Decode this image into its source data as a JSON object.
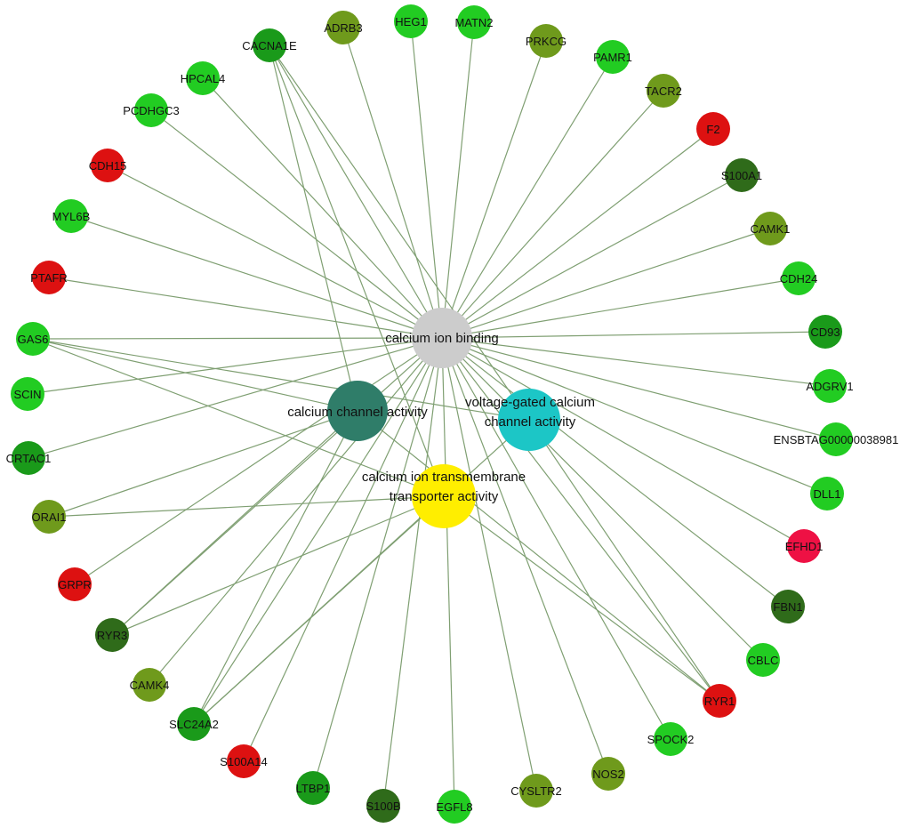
{
  "colors": {
    "edge": "#7f9f72",
    "bright_green": "#22cc22",
    "green": "#1a9a1a",
    "dark_green": "#2f6b1a",
    "olive_green": "#6f9a1c",
    "red": "#dd1111",
    "crimson": "#ee1144"
  },
  "hubs": [
    {
      "id": "binding",
      "lines": [
        "calcium ion binding"
      ],
      "color": "#cccccc"
    },
    {
      "id": "channel",
      "lines": [
        "calcium channel activity"
      ],
      "color": "#2f7d69"
    },
    {
      "id": "vgated",
      "lines": [
        "voltage-gated calcium",
        "channel activity"
      ],
      "color": "#1cc6c6"
    },
    {
      "id": "transporter",
      "lines": [
        "calcium ion transmembrane",
        "transporter activity"
      ],
      "color": "#ffee00"
    }
  ],
  "genes": [
    {
      "label": "HEG1",
      "color": "bright_green",
      "links": [
        "binding"
      ]
    },
    {
      "label": "MATN2",
      "color": "bright_green",
      "links": [
        "binding"
      ]
    },
    {
      "label": "PRKCG",
      "color": "olive_green",
      "links": [
        "binding"
      ]
    },
    {
      "label": "PAMR1",
      "color": "bright_green",
      "links": [
        "binding"
      ]
    },
    {
      "label": "TACR2",
      "color": "olive_green",
      "links": [
        "binding"
      ]
    },
    {
      "label": "F2",
      "color": "red",
      "links": [
        "binding"
      ]
    },
    {
      "label": "S100A1",
      "color": "dark_green",
      "links": [
        "binding"
      ]
    },
    {
      "label": "CAMK1",
      "color": "olive_green",
      "links": [
        "binding"
      ]
    },
    {
      "label": "CDH24",
      "color": "bright_green",
      "links": [
        "binding"
      ]
    },
    {
      "label": "CD93",
      "color": "green",
      "links": [
        "binding"
      ]
    },
    {
      "label": "ADGRV1",
      "color": "bright_green",
      "links": [
        "binding"
      ]
    },
    {
      "label": "ENSBTAG00000038981",
      "color": "bright_green",
      "links": [
        "binding"
      ]
    },
    {
      "label": "DLL1",
      "color": "bright_green",
      "links": [
        "binding"
      ]
    },
    {
      "label": "EFHD1",
      "color": "crimson",
      "links": [
        "binding"
      ]
    },
    {
      "label": "FBN1",
      "color": "dark_green",
      "links": [
        "binding"
      ]
    },
    {
      "label": "CBLC",
      "color": "bright_green",
      "links": [
        "binding"
      ]
    },
    {
      "label": "RYR1",
      "color": "red",
      "links": [
        "binding",
        "channel",
        "vgated",
        "transporter"
      ]
    },
    {
      "label": "SPOCK2",
      "color": "bright_green",
      "links": [
        "binding"
      ]
    },
    {
      "label": "NOS2",
      "color": "olive_green",
      "links": [
        "binding"
      ]
    },
    {
      "label": "CYSLTR2",
      "color": "olive_green",
      "links": [
        "binding"
      ]
    },
    {
      "label": "EGFL8",
      "color": "bright_green",
      "links": [
        "binding"
      ]
    },
    {
      "label": "S100B",
      "color": "dark_green",
      "links": [
        "binding"
      ]
    },
    {
      "label": "LTBP1",
      "color": "green",
      "links": [
        "binding"
      ]
    },
    {
      "label": "S100A14",
      "color": "red",
      "links": [
        "binding"
      ]
    },
    {
      "label": "SLC24A2",
      "color": "green",
      "links": [
        "binding",
        "channel",
        "vgated",
        "transporter"
      ]
    },
    {
      "label": "CAMK4",
      "color": "olive_green",
      "links": [
        "binding"
      ]
    },
    {
      "label": "RYR3",
      "color": "dark_green",
      "links": [
        "binding",
        "channel",
        "transporter"
      ]
    },
    {
      "label": "GRPR",
      "color": "red",
      "links": [
        "binding"
      ]
    },
    {
      "label": "ORAI1",
      "color": "olive_green",
      "links": [
        "channel",
        "transporter"
      ]
    },
    {
      "label": "CRTAC1",
      "color": "green",
      "links": [
        "binding"
      ]
    },
    {
      "label": "SCIN",
      "color": "bright_green",
      "links": [
        "binding"
      ]
    },
    {
      "label": "GAS6",
      "color": "bright_green",
      "links": [
        "binding",
        "channel",
        "vgated",
        "transporter"
      ]
    },
    {
      "label": "PTAFR",
      "color": "red",
      "links": [
        "binding"
      ]
    },
    {
      "label": "MYL6B",
      "color": "bright_green",
      "links": [
        "binding"
      ]
    },
    {
      "label": "CDH15",
      "color": "red",
      "links": [
        "binding"
      ]
    },
    {
      "label": "PCDHGC3",
      "color": "bright_green",
      "links": [
        "binding"
      ]
    },
    {
      "label": "HPCAL4",
      "color": "bright_green",
      "links": [
        "binding"
      ]
    },
    {
      "label": "CACNA1E",
      "color": "green",
      "links": [
        "binding",
        "channel",
        "vgated",
        "transporter"
      ]
    },
    {
      "label": "ADRB3",
      "color": "olive_green",
      "links": [
        "binding"
      ]
    }
  ]
}
